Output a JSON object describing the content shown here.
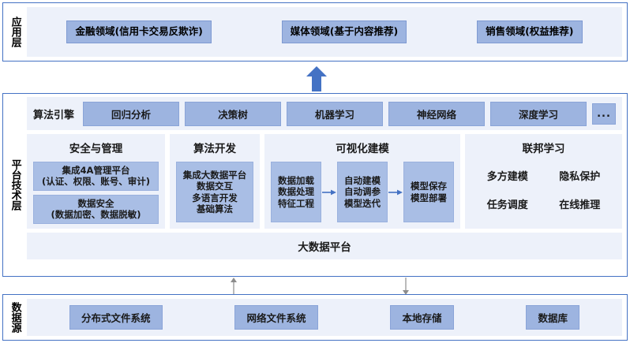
{
  "application_layer": {
    "label": "应用层",
    "items": [
      {
        "label": "金融领域(信用卡交易反欺诈)"
      },
      {
        "label": "媒体领域(基于内容推荐)"
      },
      {
        "label": "销售领域(权益推荐)"
      }
    ]
  },
  "flow": {
    "up_arrow_icon": "up-arrow-icon",
    "connector_up_icon": "arrow-up-icon",
    "connector_down_icon": "arrow-down-icon"
  },
  "platform_layer": {
    "label": "平台技术层",
    "engine": {
      "title": "算法引擎",
      "chips": [
        {
          "label": "回归分析"
        },
        {
          "label": "决策树"
        },
        {
          "label": "机器学习"
        },
        {
          "label": "神经网络"
        },
        {
          "label": "深度学习"
        }
      ],
      "more_label": "..."
    },
    "modules": {
      "security": {
        "title": "安全与管理",
        "boxes": [
          {
            "line1": "集成4A管理平台",
            "line2": "(认证、权限、账号、审计)"
          },
          {
            "line1": "数据安全",
            "line2": "(数据加密、数据脱敏)"
          }
        ]
      },
      "algorithm_development": {
        "title": "算法开发",
        "box": {
          "line1": "集成大数据平台",
          "line2": "数据交互",
          "line3": "多语言开发",
          "line4": "基础算法"
        }
      },
      "visual_modeling": {
        "title": "可视化建模",
        "steps": [
          {
            "line1": "数据加载",
            "line2": "数据处理",
            "line3": "特征工程"
          },
          {
            "line1": "自动建模",
            "line2": "自动调参",
            "line3": "模型迭代"
          },
          {
            "line1": "模型保存",
            "line2": "模型部署"
          }
        ]
      },
      "federated_learning": {
        "title": "联邦学习",
        "items": [
          {
            "label": "多方建模"
          },
          {
            "label": "隐私保护"
          },
          {
            "label": "任务调度"
          },
          {
            "label": "在线推理"
          }
        ]
      }
    },
    "big_data_platform": {
      "label": "大数据平台"
    }
  },
  "data_layer": {
    "label": "数据源",
    "items": [
      {
        "label": "分布式文件系统"
      },
      {
        "label": "网络文件系统"
      },
      {
        "label": "本地存储"
      },
      {
        "label": "数据库"
      }
    ]
  },
  "colors": {
    "layer_border": "#4472C4",
    "panel_fill": "#EDF1FA",
    "chip_fill": "#9DB4E0",
    "sub_box_fill": "#A9BEE5",
    "arrow_blue": "#4472C4",
    "connector_gray": "#808080"
  }
}
